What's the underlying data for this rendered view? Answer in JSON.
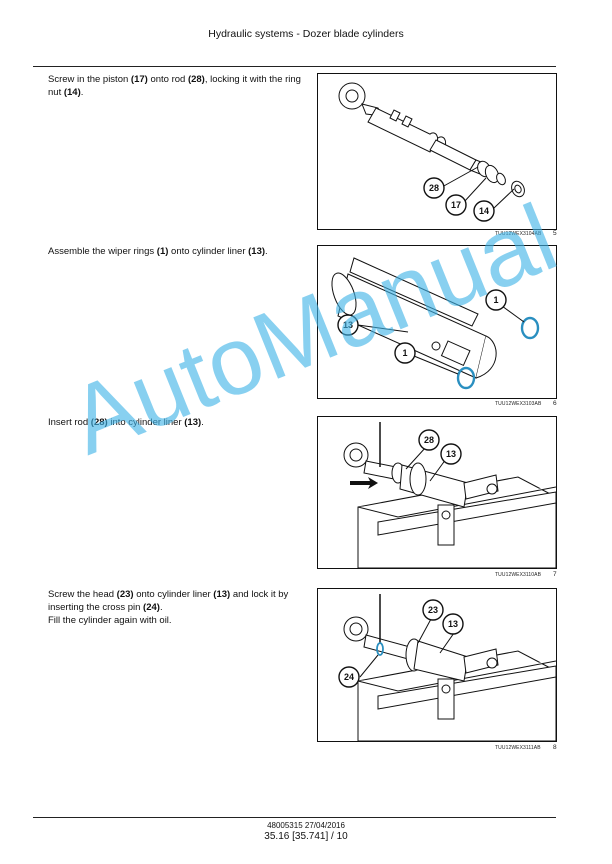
{
  "header": {
    "title": "Hydraulic systems - Dozer blade cylinders"
  },
  "steps": [
    {
      "parts": [
        {
          "t": "Screw in the piston "
        },
        {
          "t": "(17)",
          "b": true
        },
        {
          "t": " onto rod "
        },
        {
          "t": "(28)",
          "b": true
        },
        {
          "t": ", locking it with the ring nut "
        },
        {
          "t": "(14)",
          "b": true
        },
        {
          "t": "."
        }
      ],
      "figure": {
        "code": "TUU12WEX3104AB",
        "number": "5",
        "callouts": [
          "28",
          "17",
          "14"
        ]
      }
    },
    {
      "parts": [
        {
          "t": "Assemble the wiper rings "
        },
        {
          "t": "(1)",
          "b": true
        },
        {
          "t": " onto cylinder liner "
        },
        {
          "t": "(13)",
          "b": true
        },
        {
          "t": "."
        }
      ],
      "figure": {
        "code": "TUU12WEX3103AB",
        "number": "6",
        "callouts": [
          "1",
          "13",
          "1"
        ]
      }
    },
    {
      "parts": [
        {
          "t": "Insert rod "
        },
        {
          "t": "(28)",
          "b": true
        },
        {
          "t": " into cylinder liner "
        },
        {
          "t": "(13)",
          "b": true
        },
        {
          "t": "."
        }
      ],
      "figure": {
        "code": "TUU12WEX3110AB",
        "number": "7",
        "callouts": [
          "28",
          "13"
        ]
      }
    },
    {
      "parts": [
        {
          "t": "Screw the head "
        },
        {
          "t": "(23)",
          "b": true
        },
        {
          "t": " onto cylinder liner "
        },
        {
          "t": "(13)",
          "b": true
        },
        {
          "t": " and lock it by inserting the cross pin "
        },
        {
          "t": "(24)",
          "b": true
        },
        {
          "t": "."
        },
        {
          "br": true
        },
        {
          "t": "Fill the cylinder again with oil."
        }
      ],
      "figure": {
        "code": "TUU12WEX3111AB",
        "number": "8",
        "callouts": [
          "23",
          "13",
          "24"
        ]
      }
    }
  ],
  "watermark": "AutoManual",
  "footer": {
    "doc_ref": "48005315 27/04/2016",
    "page_ref": "35.16 [35.741] / 10"
  }
}
